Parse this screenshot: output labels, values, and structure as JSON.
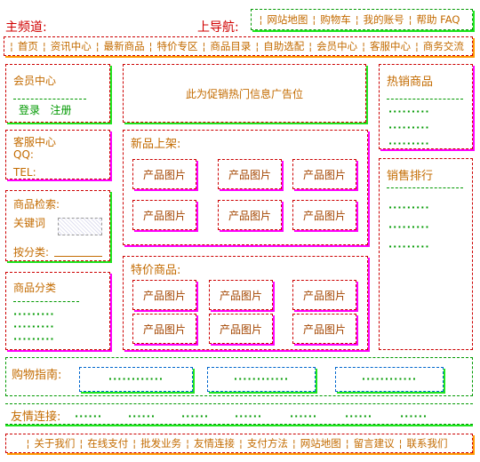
{
  "header": {
    "main_channel": "主频道:",
    "top_nav_label": "上导航:",
    "top_nav_items": [
      "网站地图",
      "购物车",
      "我的账号",
      "帮助 FAQ"
    ]
  },
  "main_nav": [
    "首页",
    "资讯中心",
    "最新商品",
    "特价专区",
    "商品目录",
    "自助选配",
    "会员中心",
    "客服中心",
    "商务交流"
  ],
  "member": {
    "title": "会员中心",
    "login": "登录",
    "register": "注册"
  },
  "ad": {
    "text": "此为促销热门信息广告位"
  },
  "hot": {
    "title": "热销商品"
  },
  "service": {
    "title": "客服中心",
    "qq": "QQ:",
    "tel": "TEL:"
  },
  "new_products": {
    "title": "新品上架:",
    "items": [
      "产品图片",
      "产品图片",
      "产品图片",
      "产品图片",
      "产品图片",
      "产品图片"
    ]
  },
  "sales_rank": {
    "title": "销售排行"
  },
  "search": {
    "title": "商品检索:",
    "keyword_label": "关键词",
    "category_label": "按分类:"
  },
  "category": {
    "title": "商品分类"
  },
  "special": {
    "title": "特价商品:",
    "items": [
      "产品图片",
      "产品图片",
      "产品图片",
      "产品图片",
      "产品图片",
      "产品图片"
    ]
  },
  "guide": {
    "title": "购物指南:"
  },
  "links": {
    "title": "友情连接:"
  },
  "footer_nav": [
    "关于我们",
    "在线支付",
    "批发业务",
    "友情连接",
    "支付方法",
    "网站地图",
    "留言建议",
    "联系我们"
  ],
  "colors": {
    "heading_red": "#d00000",
    "text_orange": "#c36b00",
    "shadow_green": "#1ee61e",
    "shadow_magenta": "#ff00ff",
    "shadow_orange": "#ff9900"
  }
}
